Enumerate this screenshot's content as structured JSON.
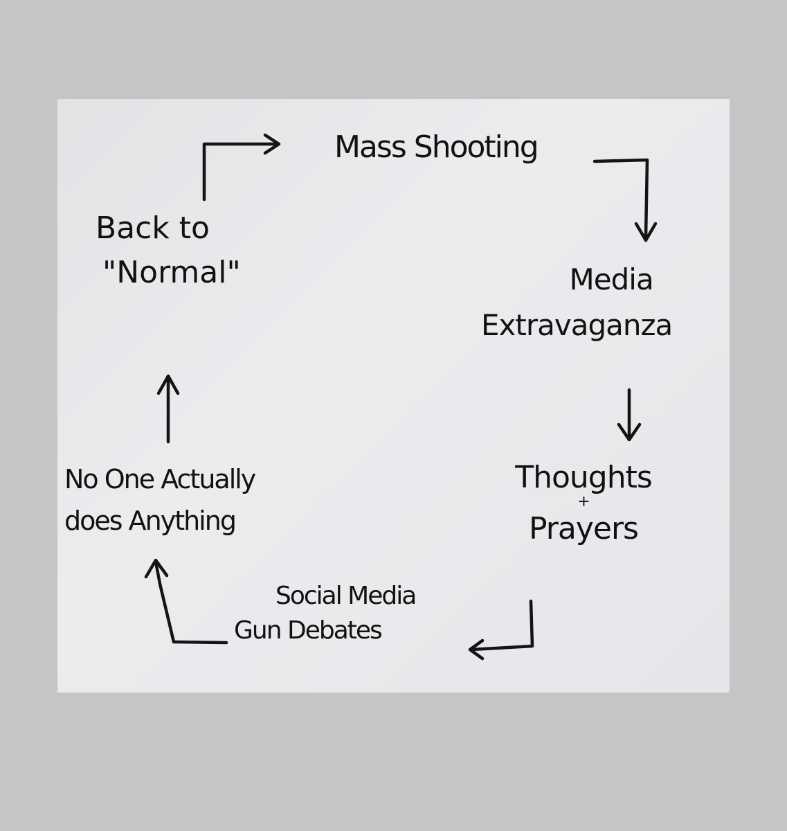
{
  "nodes": {
    "mass_shooting": "Mass Shooting",
    "media_extravaganza": [
      "Media",
      "Extravaganza"
    ],
    "thoughts_prayers": [
      "Thoughts",
      "+",
      "Prayers"
    ],
    "social_media_gun_debates": [
      "Social Media",
      "Gun Debates"
    ],
    "no_one_does_anything": [
      "No One Actually",
      "does Anything"
    ],
    "back_to_normal": [
      "Back to",
      "\"Normal\""
    ]
  }
}
